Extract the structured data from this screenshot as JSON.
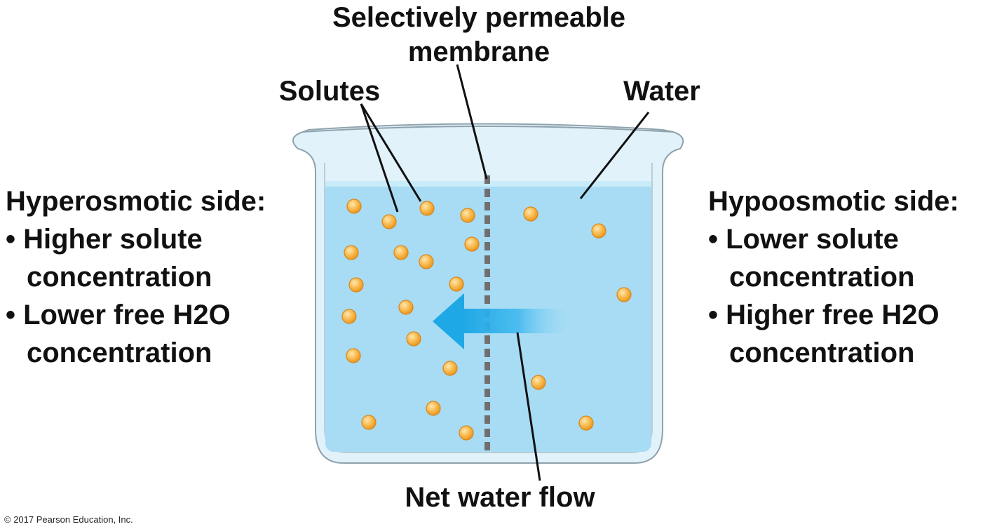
{
  "labels": {
    "membrane_line1": "Selectively permeable",
    "membrane_line2": "membrane",
    "solutes": "Solutes",
    "water": "Water",
    "net_water_flow": "Net water flow"
  },
  "left_side": {
    "heading": "Hyperosmotic side:",
    "bullet1_line1": "• Higher solute",
    "bullet1_line2": "concentration",
    "bullet2_prefix": "• Lower free H",
    "bullet2_sub": "2",
    "bullet2_suffix": "O",
    "bullet2_line2": "concentration"
  },
  "right_side": {
    "heading": "Hypoosmotic side:",
    "bullet1_line1": "• Lower solute",
    "bullet1_line2": "concentration",
    "bullet2_prefix": "• Higher free H",
    "bullet2_sub": "2",
    "bullet2_suffix": "O",
    "bullet2_line2": "concentration"
  },
  "copyright": "© 2017 Pearson Education, Inc.",
  "colors": {
    "water": "#a7dcf4",
    "water_surface": "#c8ecfa",
    "beaker_glass": "#dff1fa",
    "beaker_outline": "#8fa3ad",
    "membrane": "#6f6f6f",
    "solute": "#f5a623",
    "solute_highlight": "#fde7b0",
    "arrow": "#1fa8e6"
  }
}
